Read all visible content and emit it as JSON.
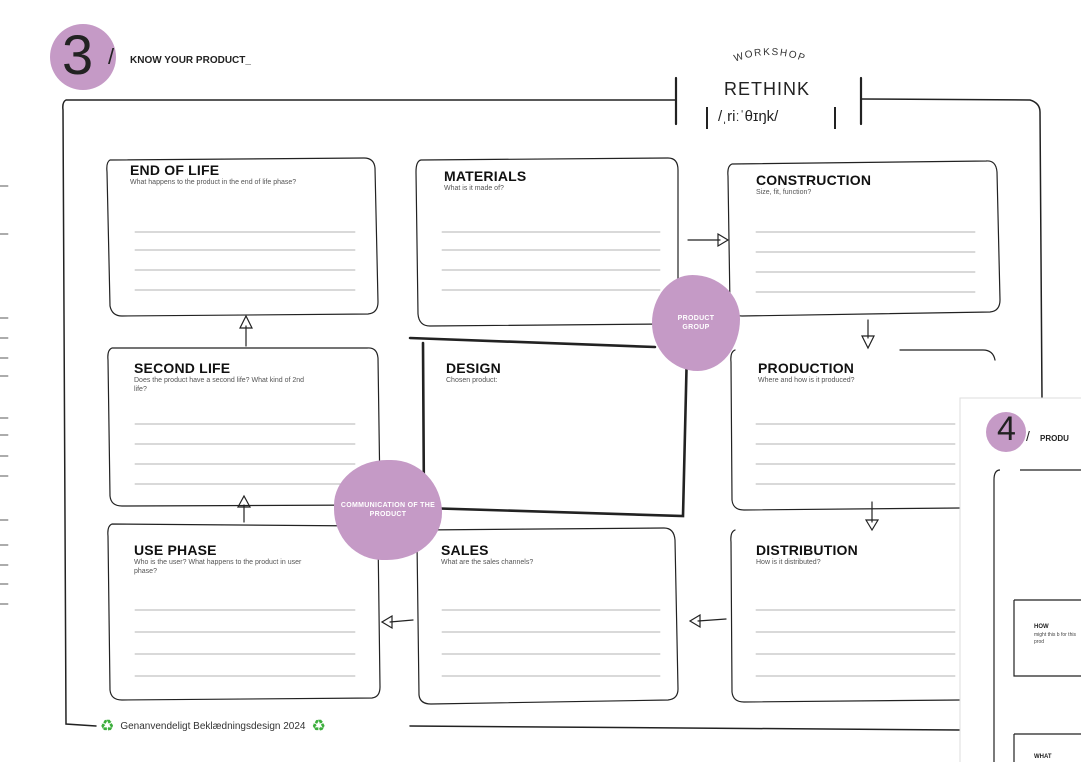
{
  "header": {
    "step_number": "3",
    "step_title": "KNOW YOUR PRODUCT_",
    "workshop_arc": "WORKSHOP",
    "title": "RETHINK",
    "phonetic": "/ˌriːˈθɪŋk/"
  },
  "cards": {
    "end_of_life": {
      "title": "END OF LIFE",
      "question": "What happens to the product in the end of life phase?"
    },
    "materials": {
      "title": "MATERIALS",
      "question": "What is it made of?"
    },
    "construction": {
      "title": "CONSTRUCTION",
      "question": "Size, fit, function?"
    },
    "second_life": {
      "title": "SECOND LIFE",
      "question": "Does the product have a second life? What kind of 2nd life?"
    },
    "design": {
      "title": "DESIGN",
      "question": "Chosen product:"
    },
    "production": {
      "title": "PRODUCTION",
      "question": "Where and how is it produced?"
    },
    "use_phase": {
      "title": "USE PHASE",
      "question": "Who is the user? What happens to the product in user phase?"
    },
    "sales": {
      "title": "SALES",
      "question": "What are the sales channels?"
    },
    "distribution": {
      "title": "DISTRIBUTION",
      "question": "How is it distributed?"
    }
  },
  "blobs": {
    "product_group": "PRODUCT GROUP",
    "communication": "COMMUNICATION OF THE PRODUCT"
  },
  "footer": {
    "text": "Genanvendeligt Beklædningsdesign 2024",
    "icon": "recycle-icon"
  },
  "next_page": {
    "step_number": "4",
    "step_title": "PRODU",
    "how_label": "HOW",
    "how_text": "might this b for this prod",
    "what_label": "WHAT"
  },
  "colors": {
    "accent": "#c59ac6",
    "recycle": "#3cae3c"
  }
}
